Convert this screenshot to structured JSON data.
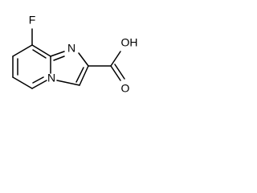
{
  "molecule": {
    "atoms": {
      "fluorine": "F",
      "bridge_nitrogen": "N",
      "imine_nitrogen": "N",
      "hydroxyl_oxygen": "OH",
      "carbonyl_oxygen": "O"
    }
  }
}
